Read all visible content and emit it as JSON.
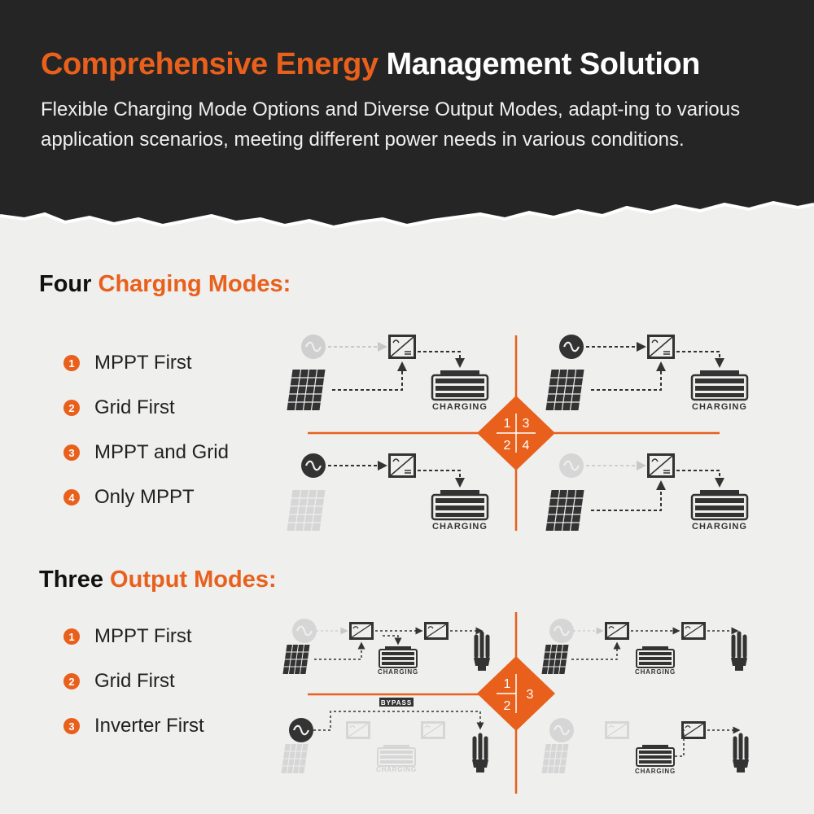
{
  "header": {
    "title_orange": "Comprehensive Energy",
    "title_white": "Management Solution",
    "subtitle": "Flexible Charging Mode Options and Diverse Output Modes, adapt-ing to various application scenarios, meeting different power needs in various conditions."
  },
  "charging": {
    "title_prefix": "Four",
    "title_orange": "Charging Modes:",
    "items": [
      {
        "num": "1",
        "label": "MPPT First"
      },
      {
        "num": "2",
        "label": "Grid First"
      },
      {
        "num": "3",
        "label": "MPPT and Grid"
      },
      {
        "num": "4",
        "label": "Only MPPT"
      }
    ],
    "quadrant_nums": [
      "1",
      "3",
      "2",
      "4"
    ],
    "charging_label": "CHARGING"
  },
  "output": {
    "title_prefix": "Three",
    "title_orange": "Output Modes:",
    "items": [
      {
        "num": "1",
        "label": "MPPT First"
      },
      {
        "num": "2",
        "label": "Grid First"
      },
      {
        "num": "3",
        "label": "Inverter First"
      }
    ],
    "quadrant_nums": [
      "1",
      "2",
      "3"
    ],
    "charging_label": "CHARGING",
    "bypass_label": "BYPASS"
  },
  "colors": {
    "accent": "#e8601c",
    "dark": "#252525"
  }
}
